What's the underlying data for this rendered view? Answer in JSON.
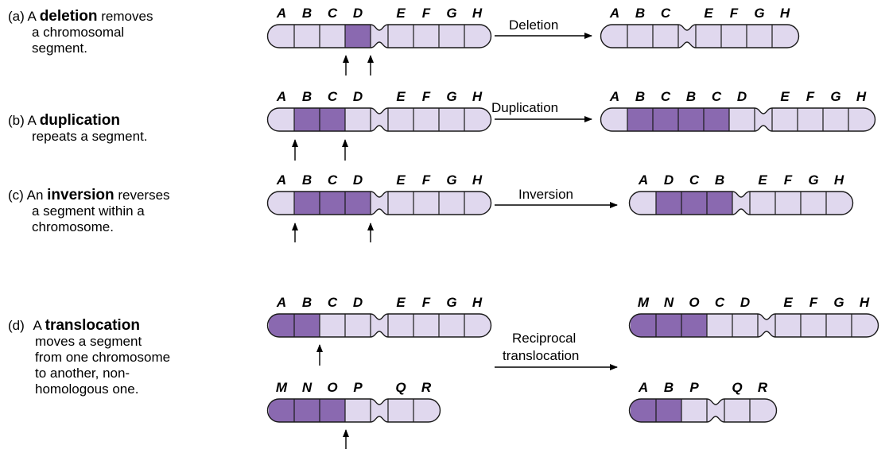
{
  "descriptions": {
    "a": {
      "l1_pre": "(a) A ",
      "bold": "deletion",
      "l1_post": " removes",
      "l2": "a chromosomal",
      "l3": "segment."
    },
    "b": {
      "l1_pre": "(b) A ",
      "bold": "duplication",
      "l2": "repeats a segment."
    },
    "c": {
      "l1_pre": "(c) An ",
      "bold": "inversion",
      "l1_post": " reverses",
      "l2": "a segment within a",
      "l3": "chromosome."
    },
    "d": {
      "l1_pre": "(d) ",
      "l1_mid": "A ",
      "bold": "translocation",
      "l2": "moves a segment",
      "l3": "from one chromosome",
      "l4": "to another, non-",
      "l5": "homologous one."
    }
  },
  "arrow_labels": {
    "deletion": "Deletion",
    "duplication": "Duplication",
    "inversion": "Inversion",
    "translocation_1": "Reciprocal",
    "translocation_2": "translocation"
  },
  "colors": {
    "light": "#e0d8ee",
    "dark": "#8a69b0",
    "stroke": "#1a1a1a"
  },
  "chromosomes": {
    "a_before": {
      "genes": [
        "A",
        "B",
        "C",
        "D",
        "E",
        "F",
        "G",
        "H"
      ],
      "highlight": [
        "D"
      ]
    },
    "a_after": {
      "genes": [
        "A",
        "B",
        "C",
        "E",
        "F",
        "G",
        "H"
      ],
      "highlight": []
    },
    "b_before": {
      "genes": [
        "A",
        "B",
        "C",
        "D",
        "E",
        "F",
        "G",
        "H"
      ],
      "highlight": [
        "B",
        "C"
      ]
    },
    "b_after": {
      "genes": [
        "A",
        "B",
        "C",
        "B",
        "C",
        "D",
        "E",
        "F",
        "G",
        "H"
      ],
      "highlight": [
        1,
        2,
        3,
        4
      ]
    },
    "c_before": {
      "genes": [
        "A",
        "B",
        "C",
        "D",
        "E",
        "F",
        "G",
        "H"
      ],
      "highlight": [
        "B",
        "C",
        "D"
      ]
    },
    "c_after": {
      "genes": [
        "A",
        "D",
        "C",
        "B",
        "E",
        "F",
        "G",
        "H"
      ],
      "highlight": [
        "D",
        "C",
        "B"
      ]
    },
    "d_before1": {
      "genes": [
        "A",
        "B",
        "C",
        "D",
        "E",
        "F",
        "G",
        "H"
      ],
      "highlight": [
        "A",
        "B"
      ]
    },
    "d_before2": {
      "genes": [
        "M",
        "N",
        "O",
        "P",
        "Q",
        "R"
      ],
      "highlight": [
        "M",
        "N",
        "O"
      ]
    },
    "d_after1": {
      "genes": [
        "M",
        "N",
        "O",
        "C",
        "D",
        "E",
        "F",
        "G",
        "H"
      ],
      "highlight": [
        "M",
        "N",
        "O"
      ]
    },
    "d_after2": {
      "genes": [
        "A",
        "B",
        "P",
        "Q",
        "R"
      ],
      "highlight": [
        "A",
        "B"
      ]
    }
  }
}
